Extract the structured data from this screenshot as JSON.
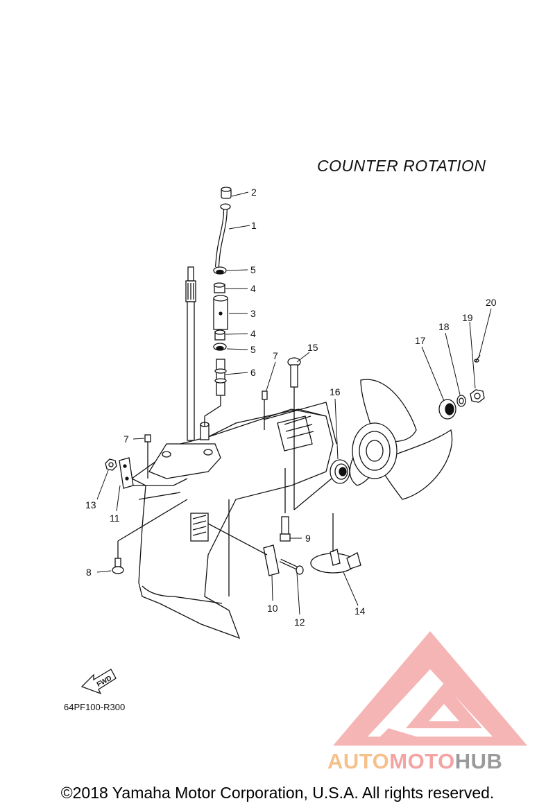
{
  "diagram_title": "COUNTER ROTATION",
  "diagram_code": "64PF100-R300",
  "fwd_label": "FWD",
  "copyright": "©2018 Yamaha Motor Corporation, U.S.A. All rights reserved.",
  "watermark": {
    "part1": "AUTO",
    "part2": "MOTO",
    "part3": "HUB"
  },
  "callouts": [
    "1",
    "2",
    "3",
    "4",
    "4",
    "5",
    "5",
    "6",
    "7",
    "7",
    "8",
    "9",
    "10",
    "11",
    "12",
    "13",
    "14",
    "15",
    "16",
    "17",
    "18",
    "19",
    "20"
  ]
}
